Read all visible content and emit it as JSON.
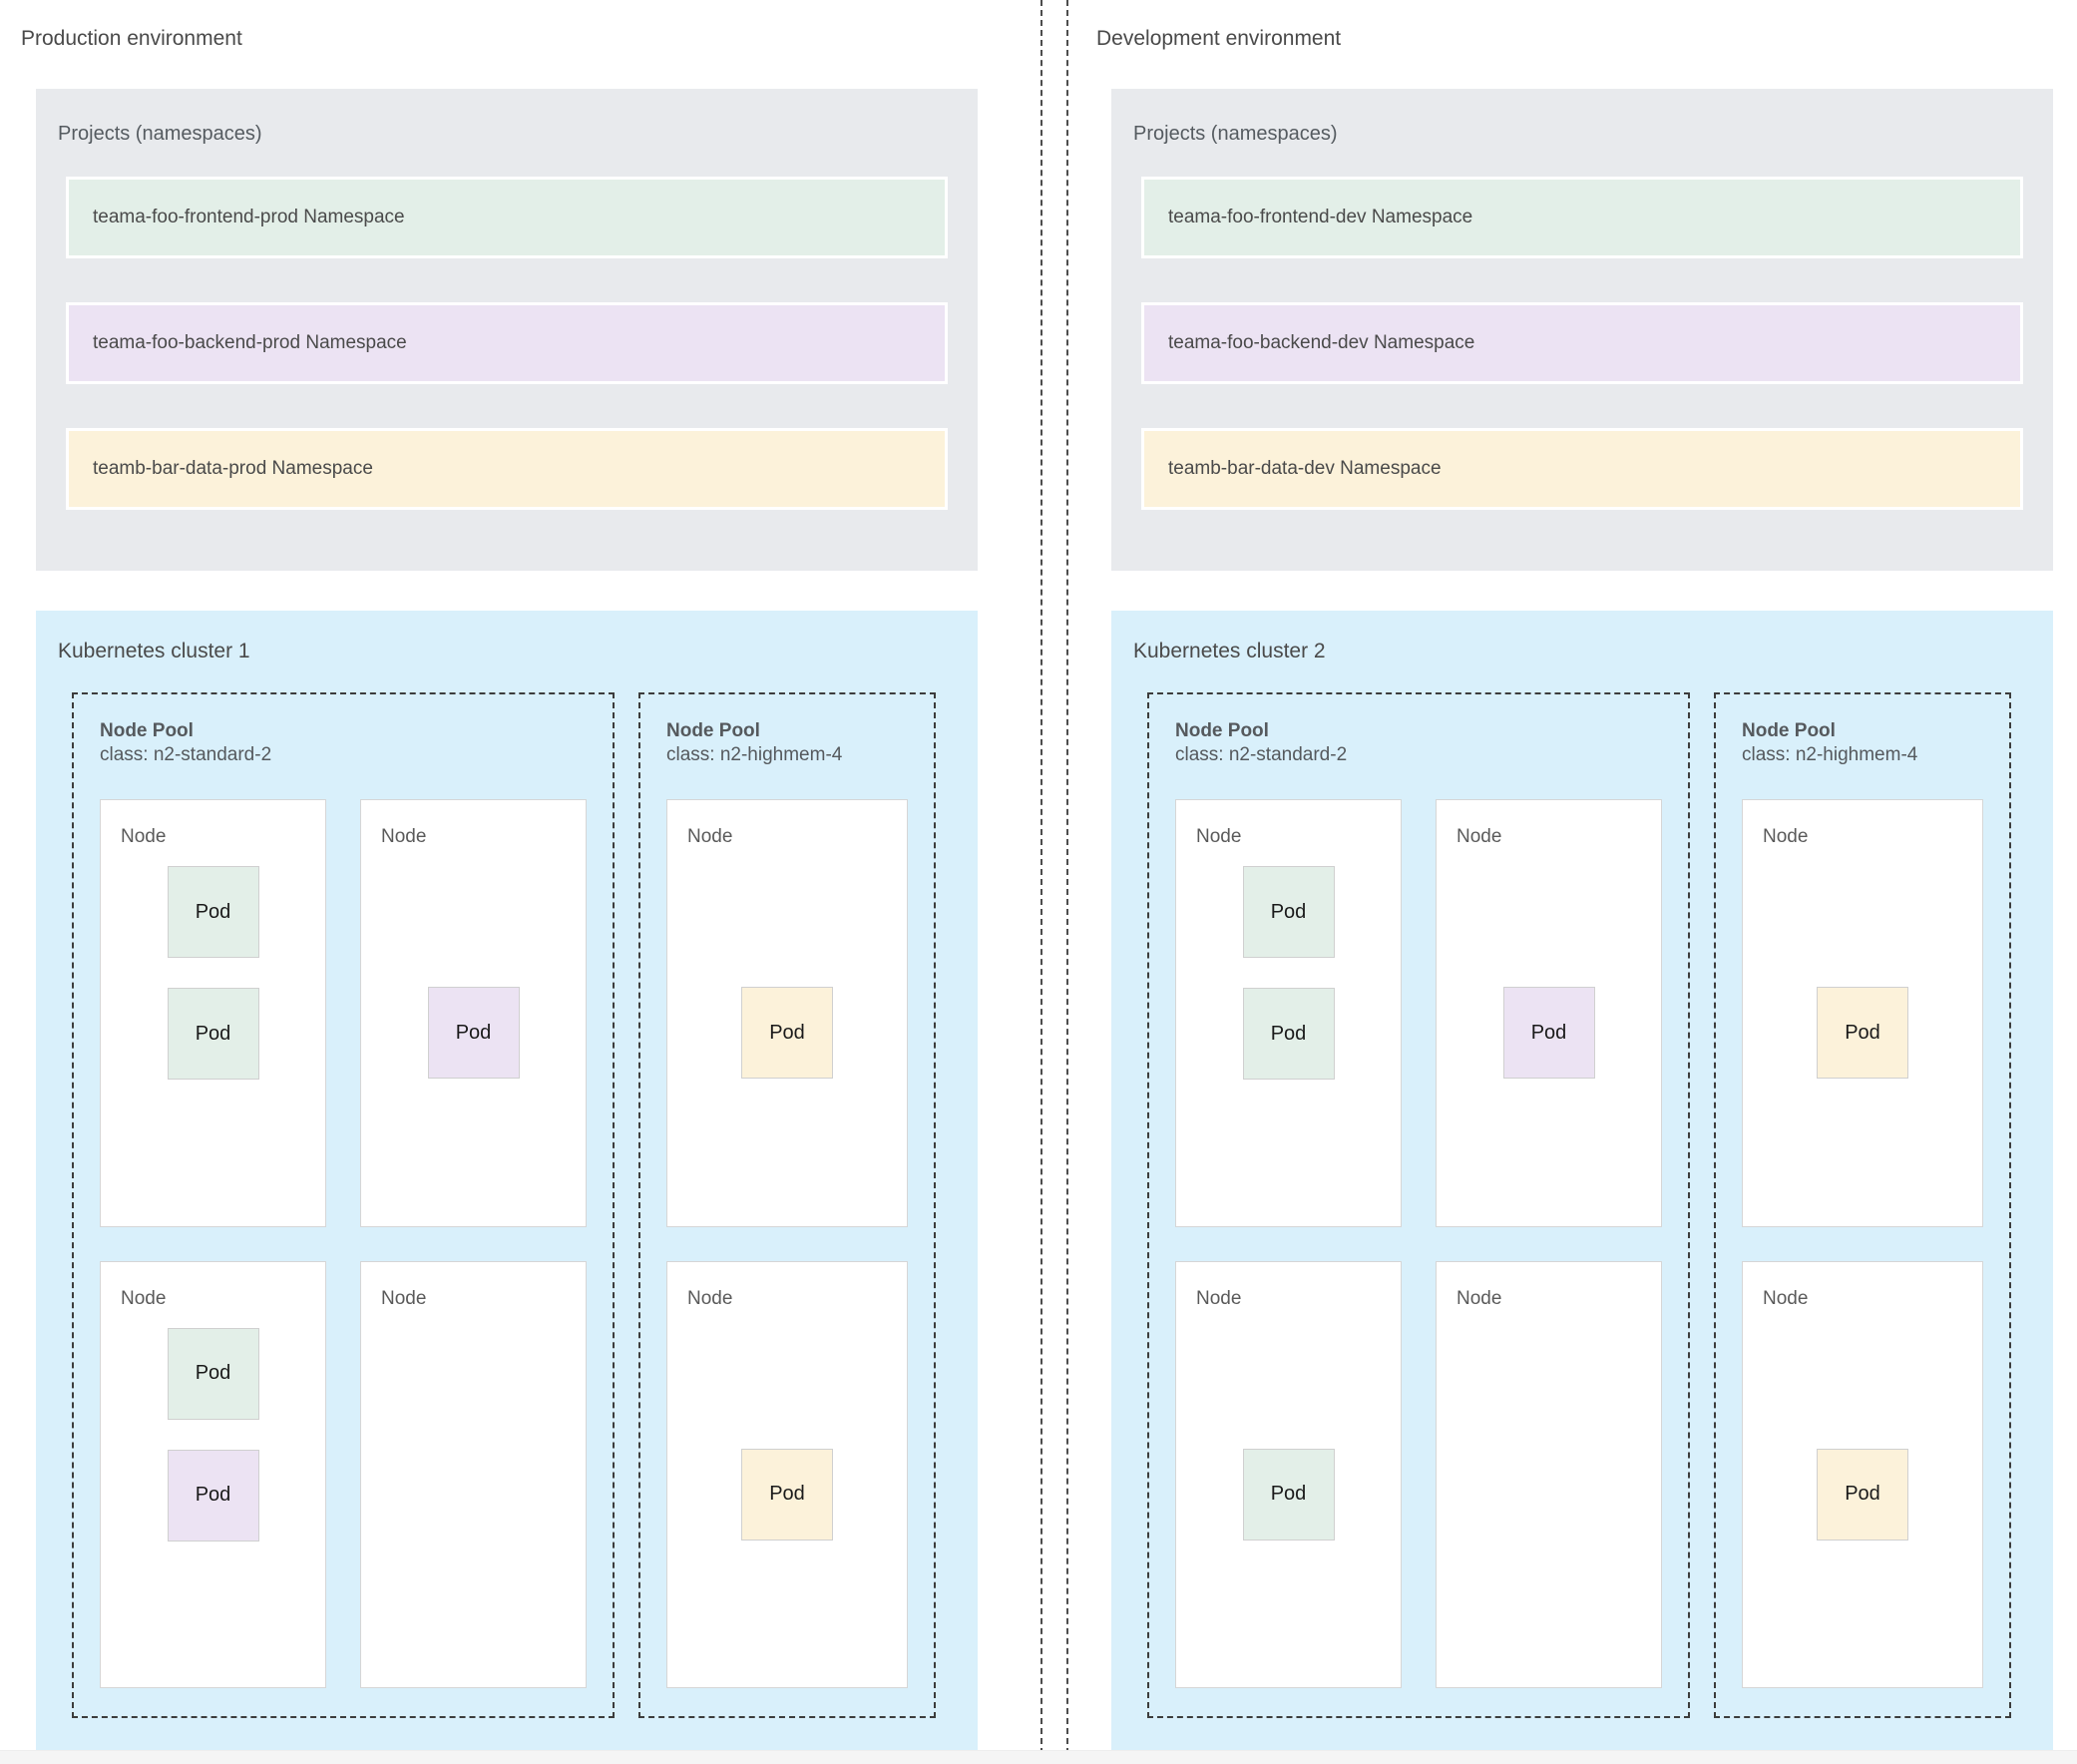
{
  "colors": {
    "page_background": "#ffffff",
    "projects_panel": "#e8eaed",
    "cluster_panel": "#d9f0fb",
    "node_background": "#ffffff",
    "namespace_green": "#e3efe8",
    "namespace_purple": "#ece3f3",
    "namespace_yellow": "#fcf2da",
    "pod_green": "#e3efe8",
    "pod_purple": "#ece3f3",
    "pod_yellow": "#fcf2da",
    "divider": "#4d4d4d",
    "text": "#4a4a4a"
  },
  "labels": {
    "projects_title": "Projects (namespaces)",
    "node_pool_name": "Node Pool",
    "node_label": "Node",
    "pod_label": "Pod"
  },
  "environments": [
    {
      "title": "Production environment",
      "projects": {
        "title": "Projects (namespaces)",
        "namespaces": [
          {
            "name": "teama-foo-frontend-prod Namespace",
            "color": "green"
          },
          {
            "name": "teama-foo-backend-prod Namespace",
            "color": "purple"
          },
          {
            "name": "teamb-bar-data-prod Namespace",
            "color": "yellow"
          }
        ]
      },
      "cluster": {
        "title": "Kubernetes cluster 1",
        "node_pools": [
          {
            "name": "Node Pool",
            "class": "class: n2-standard-2",
            "rows": [
              {
                "nodes": [
                  {
                    "label": "Node",
                    "align": "top",
                    "pods": [
                      {
                        "label": "Pod",
                        "color": "green"
                      },
                      {
                        "label": "Pod",
                        "color": "green"
                      }
                    ]
                  },
                  {
                    "label": "Node",
                    "align": "center",
                    "pods": [
                      {
                        "label": "Pod",
                        "color": "purple"
                      }
                    ]
                  }
                ]
              },
              {
                "nodes": [
                  {
                    "label": "Node",
                    "align": "top",
                    "pods": [
                      {
                        "label": "Pod",
                        "color": "green"
                      },
                      {
                        "label": "Pod",
                        "color": "purple"
                      }
                    ]
                  },
                  {
                    "label": "Node",
                    "align": "center",
                    "pods": []
                  }
                ]
              }
            ]
          },
          {
            "name": "Node Pool",
            "class": "class: n2-highmem-4",
            "rows": [
              {
                "nodes": [
                  {
                    "label": "Node",
                    "align": "center",
                    "pods": [
                      {
                        "label": "Pod",
                        "color": "yellow"
                      }
                    ]
                  }
                ]
              },
              {
                "nodes": [
                  {
                    "label": "Node",
                    "align": "center",
                    "pods": [
                      {
                        "label": "Pod",
                        "color": "yellow"
                      }
                    ]
                  }
                ]
              }
            ]
          }
        ]
      }
    },
    {
      "title": "Development environment",
      "projects": {
        "title": "Projects (namespaces)",
        "namespaces": [
          {
            "name": "teama-foo-frontend-dev Namespace",
            "color": "green"
          },
          {
            "name": "teama-foo-backend-dev Namespace",
            "color": "purple"
          },
          {
            "name": "teamb-bar-data-dev Namespace",
            "color": "yellow"
          }
        ]
      },
      "cluster": {
        "title": "Kubernetes cluster 2",
        "node_pools": [
          {
            "name": "Node Pool",
            "class": "class: n2-standard-2",
            "rows": [
              {
                "nodes": [
                  {
                    "label": "Node",
                    "align": "top",
                    "pods": [
                      {
                        "label": "Pod",
                        "color": "green"
                      },
                      {
                        "label": "Pod",
                        "color": "green"
                      }
                    ]
                  },
                  {
                    "label": "Node",
                    "align": "center",
                    "pods": [
                      {
                        "label": "Pod",
                        "color": "purple"
                      }
                    ]
                  }
                ]
              },
              {
                "nodes": [
                  {
                    "label": "Node",
                    "align": "center",
                    "pods": [
                      {
                        "label": "Pod",
                        "color": "green"
                      }
                    ]
                  },
                  {
                    "label": "Node",
                    "align": "center",
                    "pods": []
                  }
                ]
              }
            ]
          },
          {
            "name": "Node Pool",
            "class": "class: n2-highmem-4",
            "rows": [
              {
                "nodes": [
                  {
                    "label": "Node",
                    "align": "center",
                    "pods": [
                      {
                        "label": "Pod",
                        "color": "yellow"
                      }
                    ]
                  }
                ]
              },
              {
                "nodes": [
                  {
                    "label": "Node",
                    "align": "center",
                    "pods": [
                      {
                        "label": "Pod",
                        "color": "yellow"
                      }
                    ]
                  }
                ]
              }
            ]
          }
        ]
      }
    }
  ]
}
